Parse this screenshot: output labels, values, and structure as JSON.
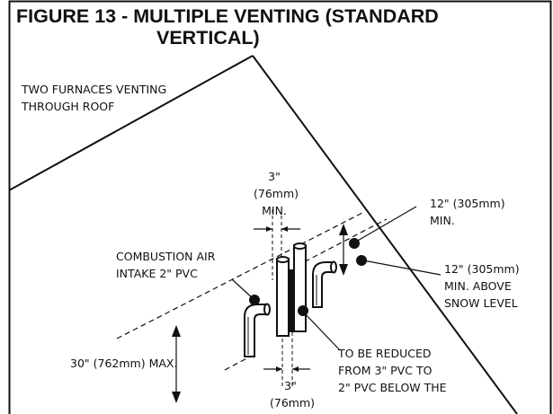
{
  "figure": {
    "title_line1": "FIGURE 13 - MULTIPLE VENTING (STANDARD",
    "title_line2": "VERTICAL)"
  },
  "labels": {
    "roof": [
      "TWO FURNACES VENTING",
      "THROUGH ROOF"
    ],
    "spacing_top": [
      "3\"",
      "(76mm)",
      "MIN."
    ],
    "intake": [
      "COMBUSTION AIR",
      "INTAKE 2\" PVC"
    ],
    "min_12": [
      "12\" (305mm)",
      "MIN."
    ],
    "snow": [
      "12\" (305mm)",
      "MIN. ABOVE",
      "SNOW LEVEL"
    ],
    "max_30": "30\" (762mm) MAX.",
    "reduced": [
      "TO BE REDUCED",
      "FROM 3\" PVC TO",
      "2\" PVC BELOW THE"
    ],
    "spacing_bottom": [
      "3\"",
      "(76mm)"
    ]
  }
}
